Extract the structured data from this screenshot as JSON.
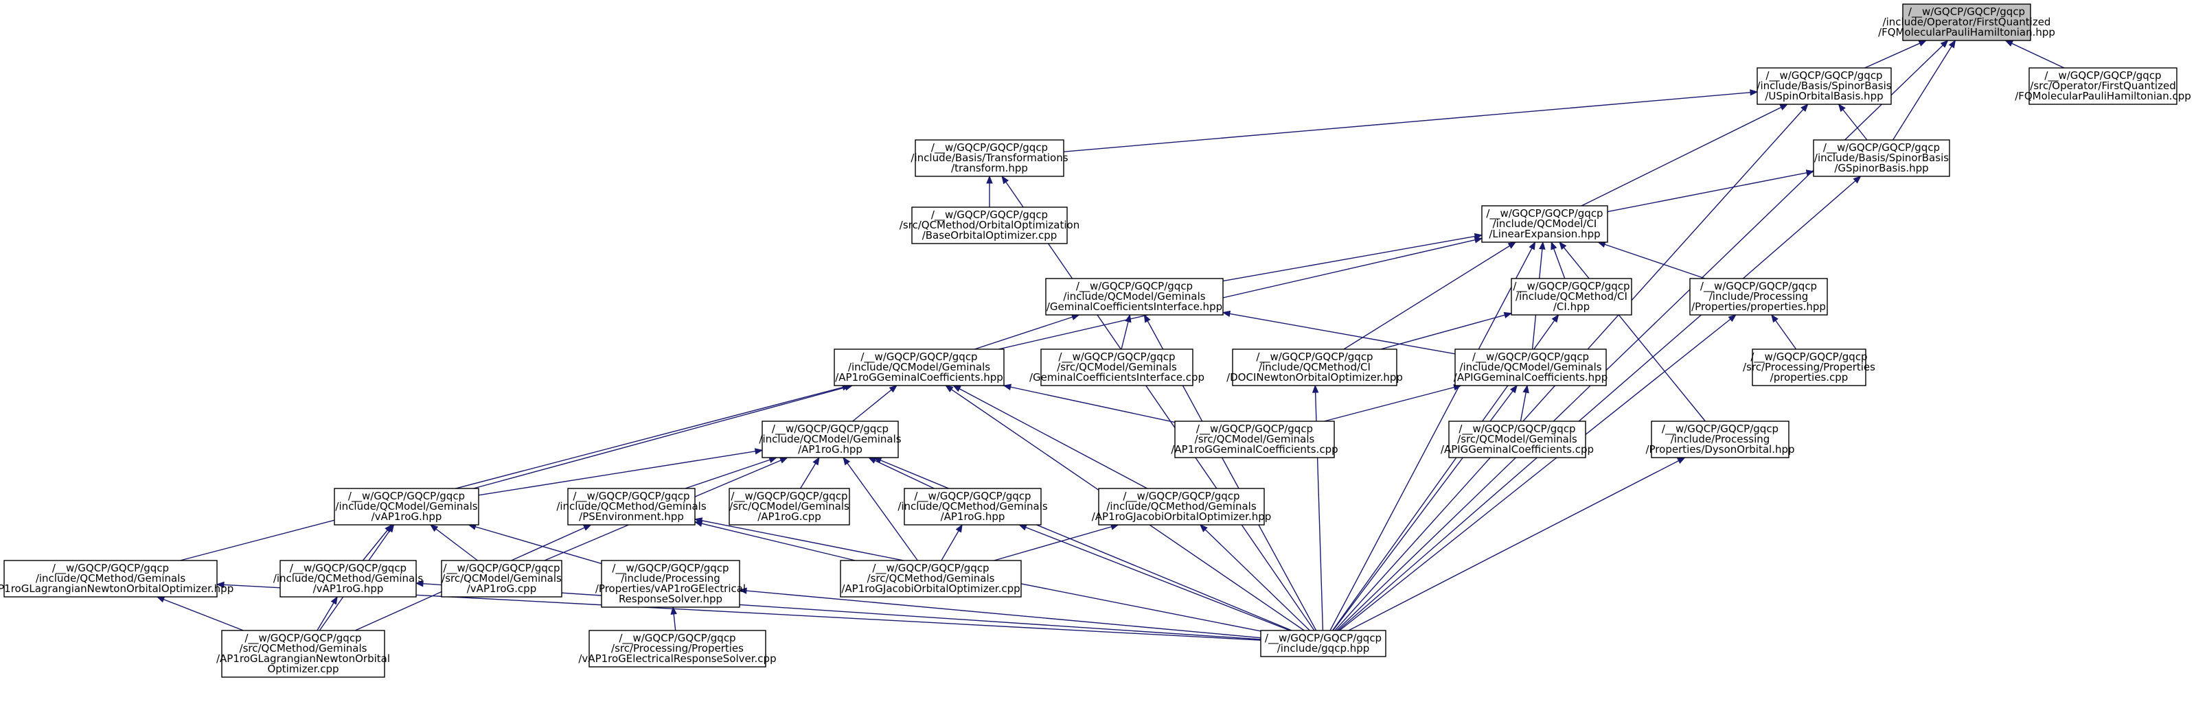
{
  "colors": {
    "edge": "#191970",
    "root_fill": "#bfbfbf",
    "node_fill": "#ffffff",
    "border": "#000000"
  },
  "nodes": [
    {
      "id": "fq_hpp",
      "root": true,
      "lines": [
        "/__w/GQCP/GQCP/gqcp",
        "/include/Operator/FirstQuantized",
        "/FQMolecularPauliHamiltonian.hpp"
      ]
    },
    {
      "id": "uspin",
      "lines": [
        "/__w/GQCP/GQCP/gqcp",
        "/include/Basis/SpinorBasis",
        "/USpinOrbitalBasis.hpp"
      ]
    },
    {
      "id": "fq_cpp",
      "lines": [
        "/__w/GQCP/GQCP/gqcp",
        "/src/Operator/FirstQuantized",
        "/FQMolecularPauliHamiltonian.cpp"
      ]
    },
    {
      "id": "transform",
      "lines": [
        "/__w/GQCP/GQCP/gqcp",
        "/include/Basis/Transformations",
        "/transform.hpp"
      ]
    },
    {
      "id": "gspinor",
      "lines": [
        "/__w/GQCP/GQCP/gqcp",
        "/include/Basis/SpinorBasis",
        "/GSpinorBasis.hpp"
      ]
    },
    {
      "id": "baseorb",
      "lines": [
        "/__w/GQCP/GQCP/gqcp",
        "/src/QCMethod/OrbitalOptimization",
        "/BaseOrbitalOptimizer.cpp"
      ]
    },
    {
      "id": "linexp",
      "lines": [
        "/__w/GQCP/GQCP/gqcp",
        "/include/QCModel/CI",
        "/LinearExpansion.hpp"
      ]
    },
    {
      "id": "gcoefint",
      "lines": [
        "/__w/GQCP/GQCP/gqcp",
        "/include/QCModel/Geminals",
        "/GeminalCoefficientsInterface.hpp"
      ]
    },
    {
      "id": "ci_hpp",
      "lines": [
        "/__w/GQCP/GQCP/gqcp",
        "/include/QCMethod/CI",
        "/CI.hpp"
      ]
    },
    {
      "id": "props_hpp",
      "lines": [
        "/__w/GQCP/GQCP/gqcp",
        "/include/Processing",
        "/Properties/properties.hpp"
      ]
    },
    {
      "id": "ap1rogcoef",
      "lines": [
        "/__w/GQCP/GQCP/gqcp",
        "/include/QCModel/Geminals",
        "/AP1roGGeminalCoefficients.hpp"
      ]
    },
    {
      "id": "gcoefint_cpp",
      "lines": [
        "/__w/GQCP/GQCP/gqcp",
        "/src/QCModel/Geminals",
        "/GeminalCoefficientsInterface.cpp"
      ]
    },
    {
      "id": "doci",
      "lines": [
        "/__w/GQCP/GQCP/gqcp",
        "/include/QCMethod/CI",
        "/DOCINewtonOrbitalOptimizer.hpp"
      ]
    },
    {
      "id": "apig",
      "lines": [
        "/__w/GQCP/GQCP/gqcp",
        "/include/QCModel/Geminals",
        "/APIGGeminalCoefficients.hpp"
      ]
    },
    {
      "id": "props_cpp",
      "lines": [
        "/__w/GQCP/GQCP/gqcp",
        "/src/Processing/Properties",
        "/properties.cpp"
      ]
    },
    {
      "id": "ap1rog_hpp",
      "lines": [
        "/__w/GQCP/GQCP/gqcp",
        "/include/QCModel/Geminals",
        "/AP1roG.hpp"
      ]
    },
    {
      "id": "ap1rogcoef_cpp",
      "lines": [
        "/__w/GQCP/GQCP/gqcp",
        "/src/QCModel/Geminals",
        "/AP1roGGeminalCoefficients.cpp"
      ]
    },
    {
      "id": "apig_cpp",
      "lines": [
        "/__w/GQCP/GQCP/gqcp",
        "/src/QCModel/Geminals",
        "/APIGGeminalCoefficients.cpp"
      ]
    },
    {
      "id": "dyson",
      "lines": [
        "/__w/GQCP/GQCP/gqcp",
        "/include/Processing",
        "/Properties/DysonOrbital.hpp"
      ]
    },
    {
      "id": "vap1rog_model",
      "lines": [
        "/__w/GQCP/GQCP/gqcp",
        "/include/QCModel/Geminals",
        "/vAP1roG.hpp"
      ]
    },
    {
      "id": "psenv",
      "lines": [
        "/__w/GQCP/GQCP/gqcp",
        "/include/QCMethod/Geminals",
        "/PSEnvironment.hpp"
      ]
    },
    {
      "id": "ap1rog_cpp",
      "lines": [
        "/__w/GQCP/GQCP/gqcp",
        "/src/QCModel/Geminals",
        "/AP1roG.cpp"
      ]
    },
    {
      "id": "ap1rog_method",
      "lines": [
        "/__w/GQCP/GQCP/gqcp",
        "/include/QCMethod/Geminals",
        "/AP1roG.hpp"
      ]
    },
    {
      "id": "jacobi_hpp",
      "lines": [
        "/__w/GQCP/GQCP/gqcp",
        "/include/QCMethod/Geminals",
        "/AP1roGJacobiOrbitalOptimizer.hpp"
      ]
    },
    {
      "id": "lagr_hpp",
      "lines": [
        "/__w/GQCP/GQCP/gqcp",
        "/include/QCMethod/Geminals",
        "/AP1roGLagrangianNewtonOrbitalOptimizer.hpp"
      ]
    },
    {
      "id": "vap1rog_method",
      "lines": [
        "/__w/GQCP/GQCP/gqcp",
        "/include/QCMethod/Geminals",
        "/vAP1roG.hpp"
      ]
    },
    {
      "id": "vap1rog_cpp",
      "lines": [
        "/__w/GQCP/GQCP/gqcp",
        "/src/QCModel/Geminals",
        "/vAP1roG.cpp"
      ]
    },
    {
      "id": "elec_hpp",
      "lines": [
        "/__w/GQCP/GQCP/gqcp",
        "/include/Processing",
        "/Properties/vAP1roGElectrical",
        "ResponseSolver.hpp"
      ]
    },
    {
      "id": "jacobi_cpp",
      "lines": [
        "/__w/GQCP/GQCP/gqcp",
        "/src/QCMethod/Geminals",
        "/AP1roGJacobiOrbitalOptimizer.cpp"
      ]
    },
    {
      "id": "lagr_cpp",
      "lines": [
        "/__w/GQCP/GQCP/gqcp",
        "/src/QCMethod/Geminals",
        "/AP1roGLagrangianNewtonOrbital",
        "Optimizer.cpp"
      ]
    },
    {
      "id": "elec_cpp",
      "lines": [
        "/__w/GQCP/GQCP/gqcp",
        "/src/Processing/Properties",
        "/vAP1roGElectricalResponseSolver.cpp"
      ]
    },
    {
      "id": "gqcp",
      "lines": [
        "/__w/GQCP/GQCP/gqcp",
        "/include/gqcp.hpp"
      ]
    }
  ],
  "edges": [
    [
      "uspin",
      "fq_hpp"
    ],
    [
      "fq_cpp",
      "fq_hpp"
    ],
    [
      "gspinor",
      "fq_hpp"
    ],
    [
      "gqcp",
      "fq_hpp"
    ],
    [
      "transform",
      "uspin"
    ],
    [
      "gspinor",
      "uspin"
    ],
    [
      "linexp",
      "uspin"
    ],
    [
      "gqcp",
      "uspin"
    ],
    [
      "baseorb",
      "transform"
    ],
    [
      "gqcp",
      "transform"
    ],
    [
      "linexp",
      "gspinor"
    ],
    [
      "gqcp",
      "gspinor"
    ],
    [
      "ap1rogcoef",
      "linexp"
    ],
    [
      "gcoefint",
      "linexp"
    ],
    [
      "ci_hpp",
      "linexp"
    ],
    [
      "props_hpp",
      "linexp"
    ],
    [
      "doci",
      "linexp"
    ],
    [
      "apig",
      "linexp"
    ],
    [
      "dyson",
      "linexp"
    ],
    [
      "gqcp",
      "linexp"
    ],
    [
      "ap1rogcoef",
      "gcoefint"
    ],
    [
      "gcoefint_cpp",
      "gcoefint"
    ],
    [
      "apig",
      "gcoefint"
    ],
    [
      "gqcp",
      "gcoefint"
    ],
    [
      "doci",
      "ci_hpp"
    ],
    [
      "gqcp",
      "ci_hpp"
    ],
    [
      "props_cpp",
      "props_hpp"
    ],
    [
      "gqcp",
      "props_hpp"
    ],
    [
      "ap1rog_hpp",
      "ap1rogcoef"
    ],
    [
      "ap1rogcoef_cpp",
      "ap1rogcoef"
    ],
    [
      "vap1rog_model",
      "ap1rogcoef"
    ],
    [
      "lagr_hpp",
      "ap1rogcoef"
    ],
    [
      "jacobi_hpp",
      "ap1rogcoef"
    ],
    [
      "gqcp",
      "ap1rogcoef"
    ],
    [
      "gqcp",
      "doci"
    ],
    [
      "ap1rogcoef_cpp",
      "apig"
    ],
    [
      "apig_cpp",
      "apig"
    ],
    [
      "gqcp",
      "apig"
    ],
    [
      "gqcp",
      "dyson"
    ],
    [
      "vap1rog_model",
      "ap1rog_hpp"
    ],
    [
      "psenv",
      "ap1rog_hpp"
    ],
    [
      "ap1rog_cpp",
      "ap1rog_hpp"
    ],
    [
      "ap1rog_method",
      "ap1rog_hpp"
    ],
    [
      "vap1rog_cpp",
      "ap1rog_hpp"
    ],
    [
      "jacobi_cpp",
      "ap1rog_hpp"
    ],
    [
      "gqcp",
      "ap1rog_hpp"
    ],
    [
      "vap1rog_method",
      "vap1rog_model"
    ],
    [
      "vap1rog_cpp",
      "vap1rog_model"
    ],
    [
      "elec_hpp",
      "vap1rog_model"
    ],
    [
      "lagr_cpp",
      "vap1rog_model"
    ],
    [
      "jacobi_cpp",
      "psenv"
    ],
    [
      "lagr_cpp",
      "psenv"
    ],
    [
      "gqcp",
      "psenv"
    ],
    [
      "jacobi_cpp",
      "ap1rog_method"
    ],
    [
      "gqcp",
      "ap1rog_method"
    ],
    [
      "jacobi_cpp",
      "jacobi_hpp"
    ],
    [
      "gqcp",
      "jacobi_hpp"
    ],
    [
      "lagr_cpp",
      "lagr_hpp"
    ],
    [
      "gqcp",
      "lagr_hpp"
    ],
    [
      "lagr_cpp",
      "vap1rog_method"
    ],
    [
      "gqcp",
      "vap1rog_method"
    ],
    [
      "elec_cpp",
      "elec_hpp"
    ],
    [
      "gqcp",
      "elec_hpp"
    ]
  ]
}
